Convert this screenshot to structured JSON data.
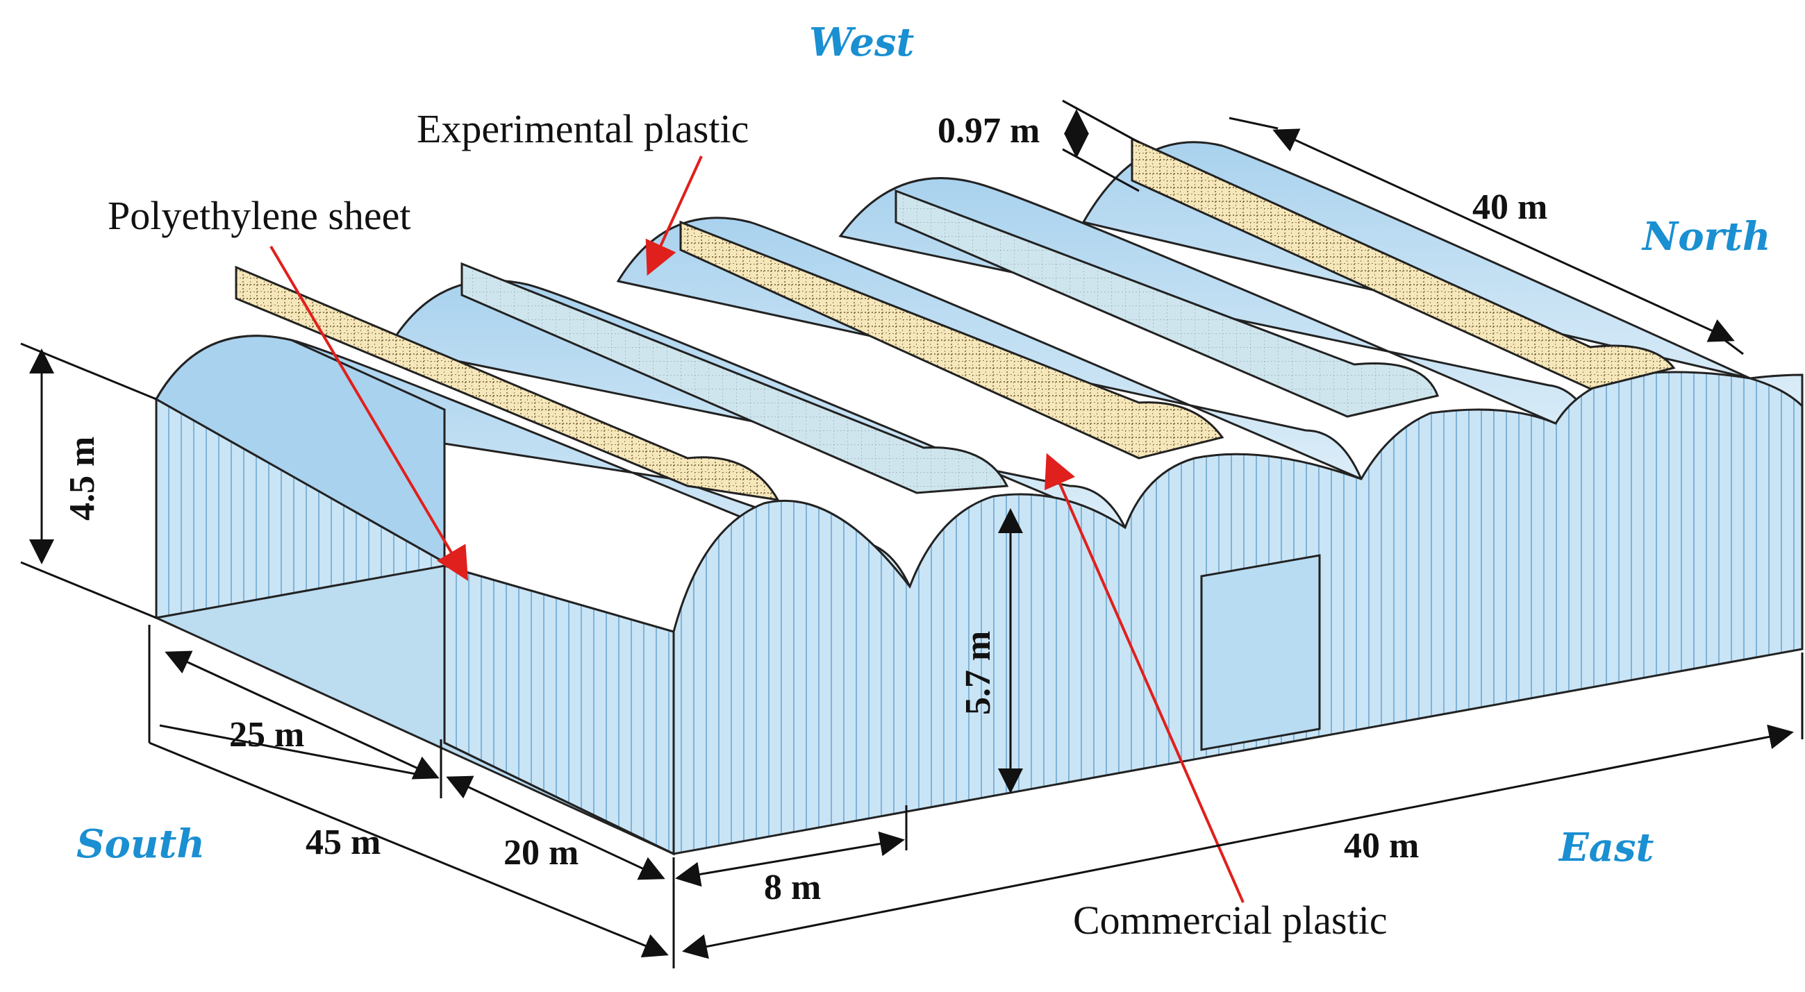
{
  "directions": {
    "west": "West",
    "north": "North",
    "south": "South",
    "east": "East",
    "color": "#1a8fd1"
  },
  "labels": {
    "polyethylene": "Polyethylene sheet",
    "experimental": "Experimental plastic",
    "commercial": "Commercial plastic"
  },
  "dimensions": {
    "ridge_height": "0.97 m",
    "ridge_length": "40 m",
    "side_height": "4.5 m",
    "total_height": "5.7 m",
    "south_part_a": "25 m",
    "south_total": "45 m",
    "south_part_b": "20 m",
    "bay_width": "8 m",
    "east_length": "40 m"
  },
  "colors": {
    "roof": "#b9dcf2",
    "wall": "#c4e2f5",
    "panel": "#f5e6b8",
    "arrow": "#e0201c"
  }
}
